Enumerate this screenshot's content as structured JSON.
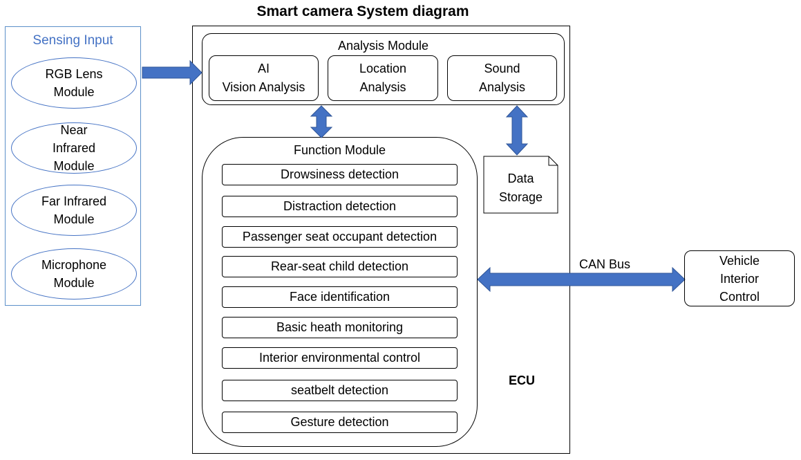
{
  "title": "Smart camera System diagram",
  "sensing": {
    "title": "Sensing Input",
    "items": [
      "RGB Lens\nModule",
      "Near\nInfrared\nModule",
      "Far Infrared\nModule",
      "Microphone\nModule"
    ]
  },
  "analysis": {
    "title": "Analysis Module",
    "items": [
      "AI\nVision Analysis",
      "Location\nAnalysis",
      "Sound\nAnalysis"
    ]
  },
  "function": {
    "title": "Function Module",
    "items": [
      "Drowsiness detection",
      "Distraction detection",
      "Passenger seat occupant detection",
      "Rear-seat child detection",
      "Face identification",
      "Basic heath monitoring",
      "Interior environmental control",
      "seatbelt detection",
      "Gesture detection"
    ]
  },
  "storage": {
    "label": "Data\nStorage"
  },
  "ecu": {
    "label": "ECU"
  },
  "bus": {
    "label": "CAN Bus"
  },
  "vehicle": {
    "label": "Vehicle\nInterior\nControl"
  },
  "colors": {
    "arrow_fill": "#4472c4",
    "arrow_stroke": "#2f5597",
    "sensing_text": "#4472c4"
  }
}
